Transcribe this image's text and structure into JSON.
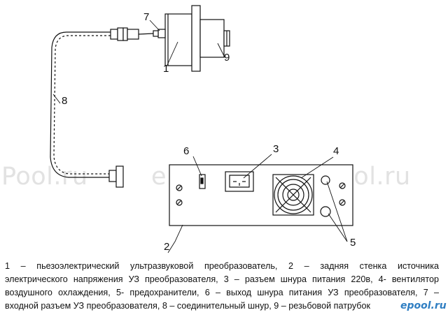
{
  "diagram": {
    "callouts": [
      "1",
      "2",
      "3",
      "4",
      "5",
      "6",
      "7",
      "8",
      "9"
    ]
  },
  "watermark": {
    "texts": [
      "Pool.ru",
      "ePool.ru",
      "ePool.ru"
    ]
  },
  "caption": {
    "lines": [
      "1 – пьезоэлектрический ультразвуковой преобразователь, 2 – задняя стенка источника",
      "электрического напряжения УЗ преобразователя, 3 – разъем шнура питания 220в, 4- вентилятор",
      "воздушного охлаждения, 5- предохранители, 6 – выход шнура питания УЗ преобразователя, 7 –",
      "входной разъем УЗ преобразователя, 8 – соединительный шнур, 9 – резьбовой патрубок"
    ]
  },
  "logo": {
    "text": "epool.ru",
    "color": "#2f7ec2"
  }
}
